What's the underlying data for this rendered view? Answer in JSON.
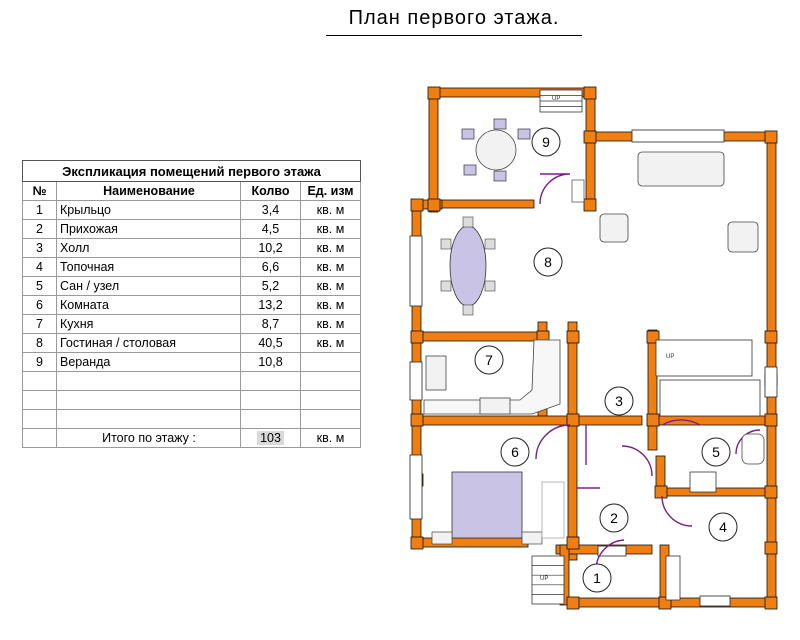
{
  "title": "План первого этажа.",
  "table": {
    "caption": "Экспликация помещений первого этажа",
    "headers": [
      "№",
      "Наименование",
      "Колво",
      "Ед. изм"
    ],
    "rows": [
      {
        "num": "1",
        "name": "Крыльцо",
        "qty": "3,4",
        "unit": "кв. м"
      },
      {
        "num": "2",
        "name": "Прихожая",
        "qty": "4,5",
        "unit": "кв. м"
      },
      {
        "num": "3",
        "name": "Холл",
        "qty": "10,2",
        "unit": "кв. м"
      },
      {
        "num": "4",
        "name": "Топочная",
        "qty": "6,6",
        "unit": "кв. м"
      },
      {
        "num": "5",
        "name": "Сан / узел",
        "qty": "5,2",
        "unit": "кв. м"
      },
      {
        "num": "6",
        "name": "Комната",
        "qty": "13,2",
        "unit": "кв. м"
      },
      {
        "num": "7",
        "name": "Кухня",
        "qty": "8,7",
        "unit": "кв. м"
      },
      {
        "num": "8",
        "name": "Гостиная / столовая",
        "qty": "40,5",
        "unit": "кв. м"
      },
      {
        "num": "9",
        "name": "Веранда",
        "qty": "10,8",
        "unit": ""
      },
      {
        "num": "",
        "name": "",
        "qty": "",
        "unit": ""
      },
      {
        "num": "",
        "name": "",
        "qty": "",
        "unit": ""
      },
      {
        "num": "",
        "name": "",
        "qty": "",
        "unit": ""
      }
    ],
    "total": {
      "label": "Итого по этажу  :",
      "qty": "103",
      "unit": "кв. м"
    }
  },
  "plan": {
    "wall_color": "#f07f13",
    "room_labels": [
      "1",
      "2",
      "3",
      "4",
      "5",
      "6",
      "7",
      "8",
      "9"
    ],
    "stair_marks": [
      "UP",
      "UP",
      "UP"
    ]
  }
}
